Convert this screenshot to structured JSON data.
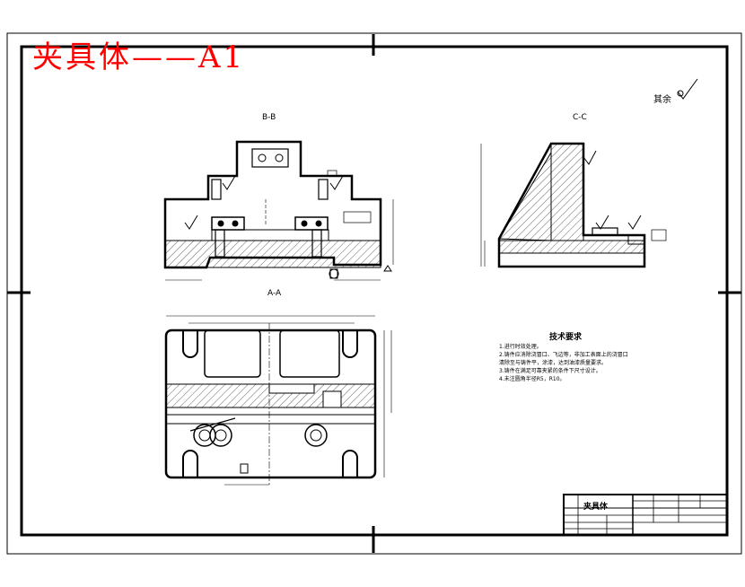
{
  "drawing": {
    "title_red": "夹具体——A1",
    "roughness_note": "其余",
    "section_bb": "B-B",
    "section_cc": "C-C",
    "section_aa": "A-A",
    "tech_requirements": {
      "title": "技术要求",
      "items": [
        "1.进行时效处理。",
        "2.铸件应消除浇冒口、飞边等，非加工表面上的浇冒口",
        "清除至与铸件平，涂漆，达到油漆质量要求。",
        "3.铸件在满足可靠夹紧的条件下尺寸设计。",
        "4.未注圆角半径R5，R10。"
      ]
    },
    "title_block": {
      "part_name": "夹具体"
    }
  }
}
